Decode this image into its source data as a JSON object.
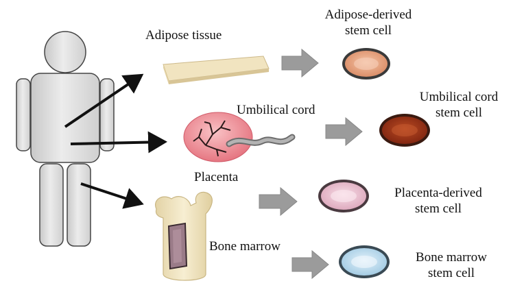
{
  "sources": {
    "adipose_tissue": "Adipose tissue",
    "umbilical_cord": "Umbilical cord",
    "placenta": "Placenta",
    "bone_marrow": "Bone marrow"
  },
  "stem_cells": {
    "adipose": {
      "line1": "Adipose-derived",
      "line2": "stem cell",
      "color": "#e9a27c"
    },
    "umbilical": {
      "line1": "Umbilical cord",
      "line2": "stem cell",
      "color": "#a8391a"
    },
    "placenta": {
      "line1": "Placenta-derived",
      "line2": "stem cell",
      "color": "#edc4d2"
    },
    "bone_marrow": {
      "line1": "Bone marrow",
      "line2": "stem cell",
      "color": "#bcdcef"
    }
  },
  "colors": {
    "body_figure": "#e3e3e3",
    "arrow_gray": "#9b9b9b",
    "adipose_tissue": "#f1e4c0",
    "placenta": "#f08c96",
    "bone": "#f2e6c4",
    "marrow": "#9a7b88"
  }
}
